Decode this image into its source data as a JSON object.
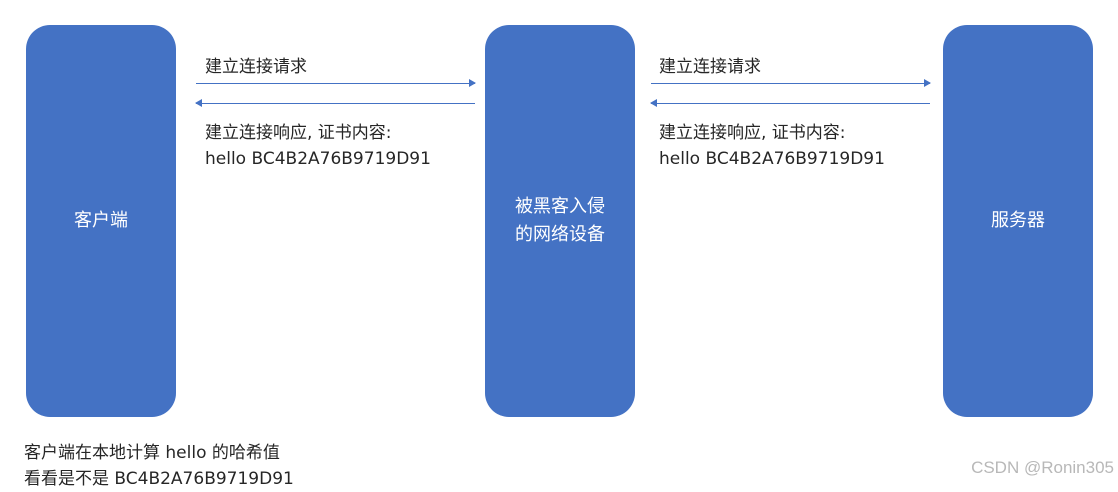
{
  "nodes": {
    "client": {
      "label": "客户端"
    },
    "compromised_device": {
      "label_line1": "被黑客入侵",
      "label_line2": "的网络设备"
    },
    "server": {
      "label": "服务器"
    }
  },
  "links": {
    "left": {
      "request_label": "建立连接请求",
      "response_label_line1": "建立连接响应, 证书内容:",
      "response_label_line2": "hello BC4B2A76B9719D91"
    },
    "right": {
      "request_label": "建立连接请求",
      "response_label_line1": "建立连接响应, 证书内容:",
      "response_label_line2": "hello BC4B2A76B9719D91"
    }
  },
  "note": {
    "line1": "客户端在本地计算 hello 的哈希值",
    "line2": "看看是不是 BC4B2A76B9719D91"
  },
  "watermark": "CSDN @Ronin305",
  "colors": {
    "node_fill": "#4472c4",
    "arrow": "#4472c4",
    "text": "#262626"
  }
}
